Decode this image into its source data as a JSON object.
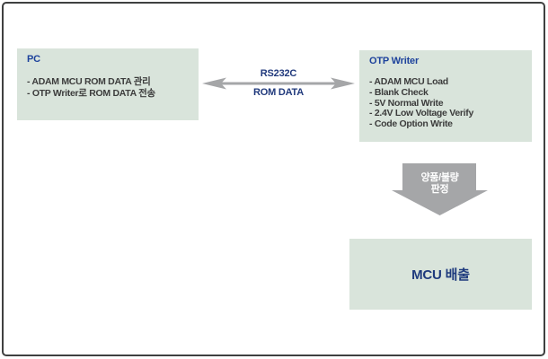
{
  "diagram": {
    "pc_box": {
      "title": "PC",
      "items": [
        "- ADAM MCU ROM DATA 관리",
        "- OTP Writer로 ROM DATA 전송"
      ]
    },
    "link": {
      "top_label": "RS232C",
      "bottom_label": "ROM DATA"
    },
    "otp_box": {
      "title": "OTP Writer",
      "items": [
        "- ADAM MCU Load",
        "- Blank Check",
        "- 5V Normal Write",
        "- 2.4V Low Voltage Verify",
        "- Code Option Write"
      ]
    },
    "decision_arrow": {
      "line1": "양품/불량",
      "line2": "판정"
    },
    "mcu_box": {
      "label": "MCU 배출"
    }
  },
  "icons": {
    "bidirectional_arrow": "gray double-headed horizontal arrow",
    "down_arrow": "gray block arrow pointing down"
  },
  "colors": {
    "box_bg": "#d9e4db",
    "title_navy": "#1d429c",
    "label_navy": "#20397c",
    "body_text": "#3c3c3c",
    "arrow_gray": "#a5a6a8",
    "border": "#3f4040",
    "decision_text": "#ffffff"
  }
}
